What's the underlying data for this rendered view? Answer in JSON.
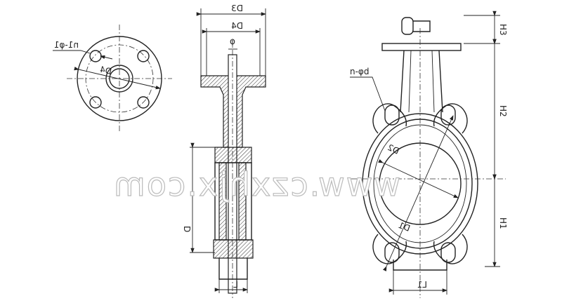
{
  "labels": {
    "flange_holes": "n1-φ1",
    "flange_pcd": "D4",
    "top_flange_outer": "D3",
    "top_flange_pcd": "D4",
    "shaft_diameter": "φ",
    "nominal_diameter": "D",
    "body_length": "L",
    "lug_holes": "n-φd",
    "height_top": "H3",
    "height_upper": "H2",
    "height_lower": "H1",
    "inner_diameter": "D2",
    "lug_pcd": "D1",
    "lug_width": "L1"
  },
  "watermark": {
    "url": "www.czxhjx.com"
  }
}
